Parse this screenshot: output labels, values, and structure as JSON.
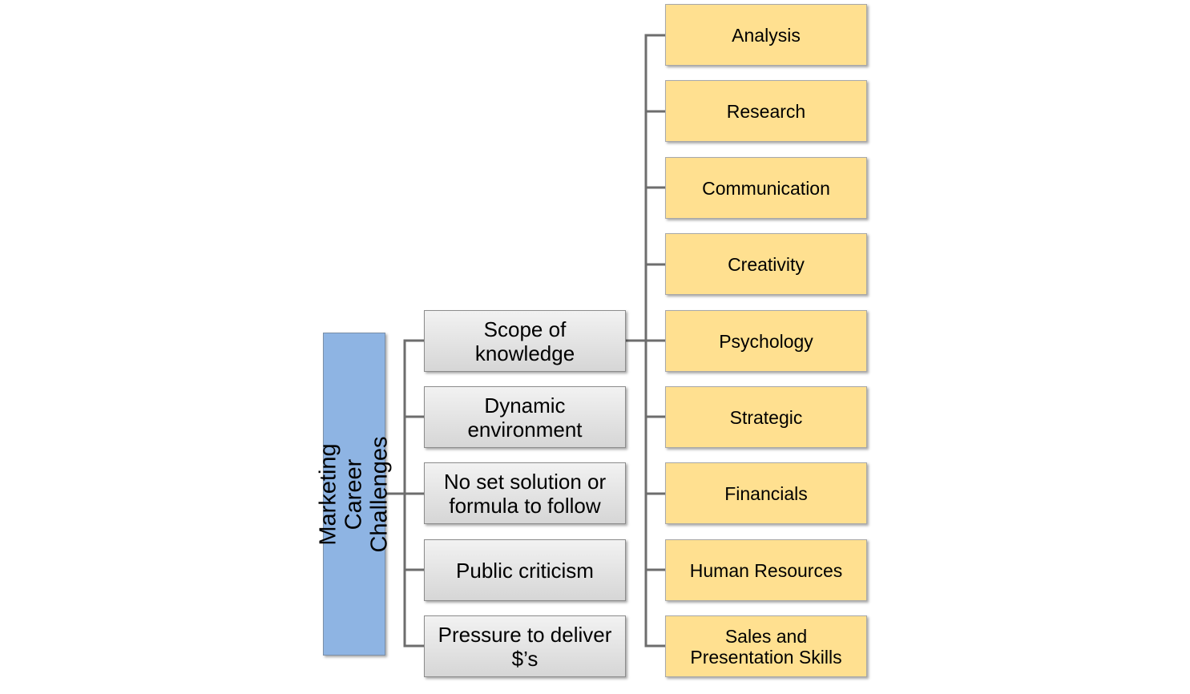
{
  "root": {
    "label": "Marketing Career Challenges",
    "color": "#8eb4e3"
  },
  "challenges": [
    {
      "label": "Scope of knowledge"
    },
    {
      "label": "Dynamic environment"
    },
    {
      "label": "No set solution or formula to follow"
    },
    {
      "label": "Public criticism"
    },
    {
      "label": "Pressure to deliver $’s"
    }
  ],
  "skills": [
    {
      "label": "Analysis"
    },
    {
      "label": "Research"
    },
    {
      "label": "Communication"
    },
    {
      "label": "Creativity"
    },
    {
      "label": "Psychology"
    },
    {
      "label": "Strategic"
    },
    {
      "label": "Financials"
    },
    {
      "label": "Human Resources"
    },
    {
      "label": "Sales and Presentation Skills"
    }
  ],
  "colors": {
    "root_fill": "#8eb4e3",
    "challenge_fill": "#e3e3e3",
    "skill_fill": "#ffe090",
    "connector": "#6d6d6d"
  }
}
